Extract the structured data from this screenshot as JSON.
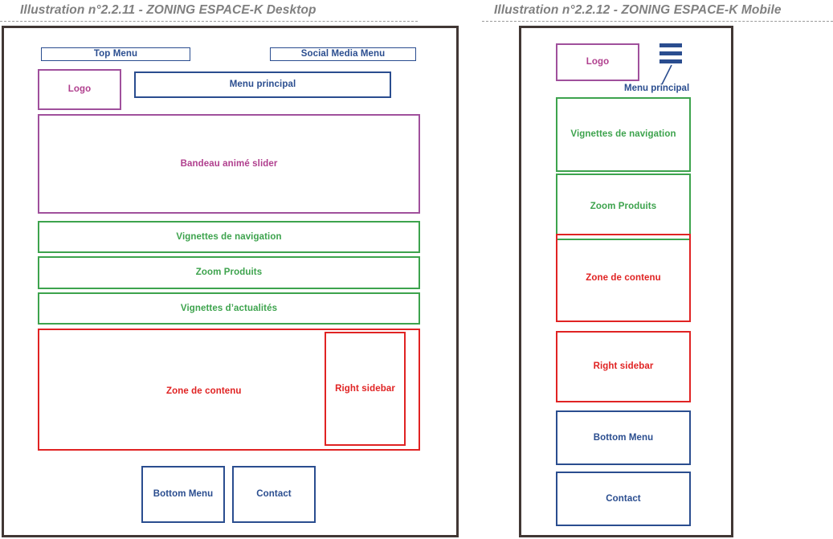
{
  "figures": [
    {
      "caption_italic": "Illustration n°2.2.11 - ",
      "caption_bold": "ZONING ESPACE-K Desktop",
      "caption_full": "Illustration n°2.2.11 - ZONING ESPACE-K Desktop"
    },
    {
      "caption_italic": "Illustration n°2.2.12 - ",
      "caption_bold": "ZONING ESPACE-K Mobile",
      "caption_full": "Illustration n°2.2.12 - ZONING ESPACE-K Mobile"
    }
  ],
  "colors": {
    "frame": "#413734",
    "blue": "#2a4d8f",
    "purple": "#a0509c",
    "purple_text": "#b03f8e",
    "green": "#3da34d",
    "red": "#e02323",
    "caption": "#808080"
  },
  "desktop": {
    "top_menu": "Top Menu",
    "social_media_menu": "Social Media Menu",
    "logo": "Logo",
    "menu_principal": "Menu principal",
    "slider": "Bandeau animé slider",
    "vignettes_navigation": "Vignettes de navigation",
    "zoom_produits": "Zoom Produits",
    "vignettes_actualites": "Vignettes d’actualités",
    "zone_contenu": "Zone de contenu",
    "right_sidebar": "Right sidebar",
    "bottom_menu": "Bottom Menu",
    "contact": "Contact"
  },
  "mobile": {
    "logo": "Logo",
    "menu_icon": "hamburger-menu-icon",
    "menu_principal": "Menu principal",
    "vignettes_navigation": "Vignettes de navigation",
    "zoom_produits": "Zoom Produits",
    "zone_contenu": "Zone de contenu",
    "right_sidebar": "Right sidebar",
    "bottom_menu": "Bottom Menu",
    "contact": "Contact"
  }
}
